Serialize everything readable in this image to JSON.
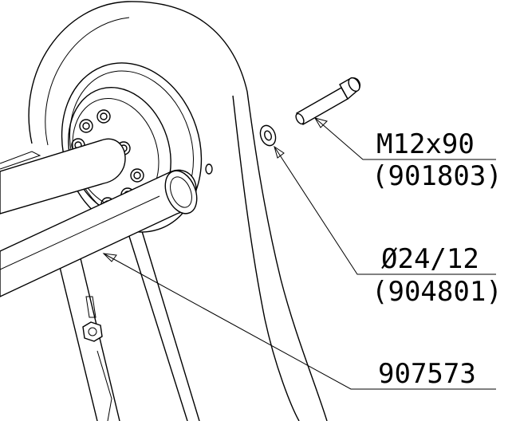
{
  "callouts": {
    "bolt": {
      "code": "M12x90",
      "ref": "(901803)"
    },
    "washer": {
      "code": "Ø24/12",
      "ref": "(904801)"
    },
    "frame": {
      "code": "907573"
    }
  }
}
